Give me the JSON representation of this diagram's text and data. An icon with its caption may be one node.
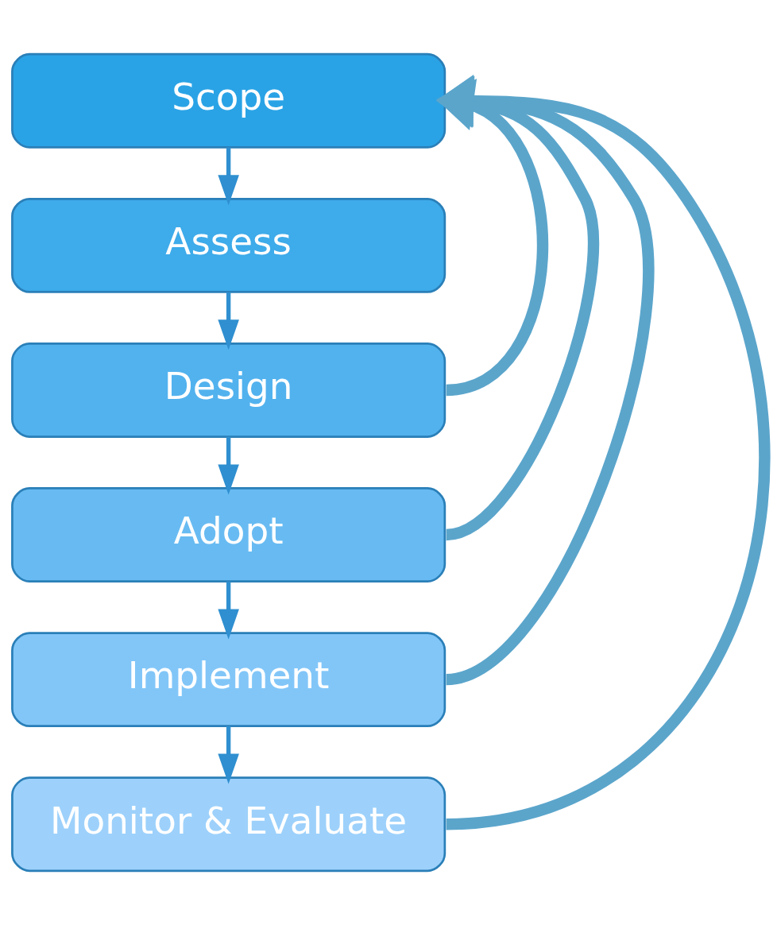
{
  "diagram": {
    "nodes": [
      {
        "text": [
          "Scope"
        ]
      },
      {
        "text": [
          "Assess"
        ]
      },
      {
        "text": [
          "Design"
        ]
      },
      {
        "text": [
          "Adopt"
        ]
      },
      {
        "text": [
          "Implement"
        ]
      },
      {
        "text": [
          "Monitor & Evaluate"
        ]
      }
    ],
    "edges": [
      {
        "from": 0,
        "to": 1,
        "arrow": "to"
      },
      {
        "from": 1,
        "to": 2,
        "arrow": "to"
      },
      {
        "from": 2,
        "to": 3,
        "arrow": "to"
      },
      {
        "from": 3,
        "to": 4,
        "arrow": "to"
      },
      {
        "from": 4,
        "to": 5,
        "arrow": "to"
      },
      {
        "from": 2,
        "to": 0,
        "arrow": "to",
        "style": "thick",
        "color": "#5ba5cb"
      },
      {
        "from": 3,
        "to": 0,
        "arrow": "to",
        "style": "thick",
        "color": "#5ba5cb"
      },
      {
        "from": 4,
        "to": 0,
        "arrow": "to",
        "style": "thick",
        "color": "#5ba5cb"
      },
      {
        "from": 5,
        "to": 0,
        "arrow": "to",
        "style": "thick",
        "color": "#5ba5cb"
      }
    ]
  }
}
